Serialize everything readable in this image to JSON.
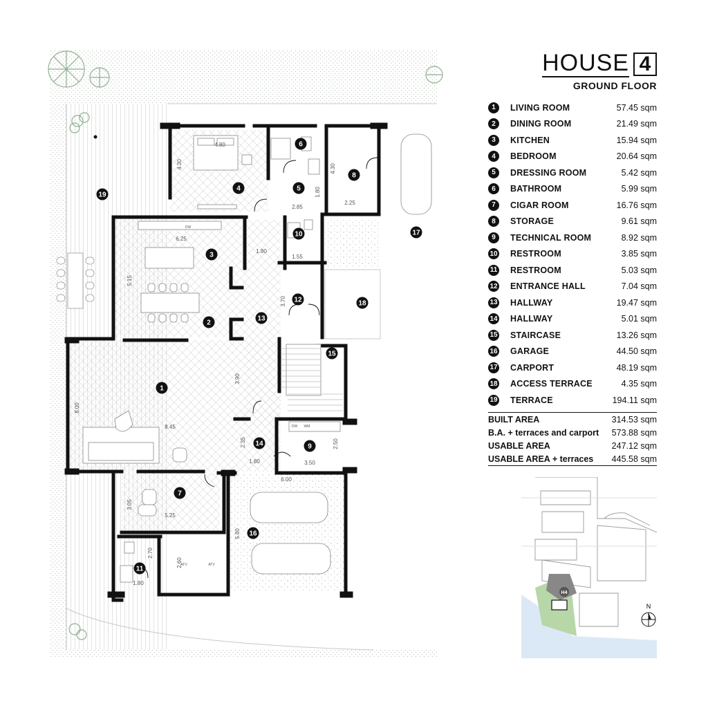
{
  "header": {
    "title": "HOUSE",
    "house_number": "4",
    "floor": "GROUND FLOOR"
  },
  "rooms": [
    {
      "num": "1",
      "name": "LIVING ROOM",
      "area": "57.45 sqm"
    },
    {
      "num": "2",
      "name": "DINING ROOM",
      "area": "21.49 sqm"
    },
    {
      "num": "3",
      "name": "KITCHEN",
      "area": "15.94 sqm"
    },
    {
      "num": "4",
      "name": "BEDROOM",
      "area": "20.64 sqm"
    },
    {
      "num": "5",
      "name": "DRESSING ROOM",
      "area": "5.42 sqm"
    },
    {
      "num": "6",
      "name": "BATHROOM",
      "area": "5.99 sqm"
    },
    {
      "num": "7",
      "name": "CIGAR ROOM",
      "area": "16.76 sqm"
    },
    {
      "num": "8",
      "name": "STORAGE",
      "area": "9.61 sqm"
    },
    {
      "num": "9",
      "name": "TECHNICAL ROOM",
      "area": "8.92 sqm"
    },
    {
      "num": "10",
      "name": "RESTROOM",
      "area": "3.85 sqm"
    },
    {
      "num": "11",
      "name": "RESTROOM",
      "area": "5.03 sqm"
    },
    {
      "num": "12",
      "name": "ENTRANCE HALL",
      "area": "7.04 sqm"
    },
    {
      "num": "13",
      "name": "HALLWAY",
      "area": "19.47 sqm"
    },
    {
      "num": "14",
      "name": "HALLWAY",
      "area": "5.01 sqm"
    },
    {
      "num": "15",
      "name": "STAIRCASE",
      "area": "13.26 sqm"
    },
    {
      "num": "16",
      "name": "GARAGE",
      "area": "44.50 sqm"
    },
    {
      "num": "17",
      "name": "CARPORT",
      "area": "48.19 sqm"
    },
    {
      "num": "18",
      "name": "ACCESS TERRACE",
      "area": "4.35 sqm"
    },
    {
      "num": "19",
      "name": "TERRACE",
      "area": "194.11 sqm"
    }
  ],
  "totals": [
    {
      "label": "BUILT AREA",
      "value": "314.53 sqm"
    },
    {
      "label": "B.A. + terraces and carport",
      "value": "573.88 sqm"
    },
    {
      "label": "USABLE AREA",
      "value": "247.12 sqm"
    },
    {
      "label": "USABLE AREA + terraces",
      "value": "445.58 sqm"
    }
  ],
  "plan_labels": {
    "dims": [
      "4.80",
      "4.30",
      "4.30",
      "1.80",
      "2.85",
      "2.25",
      "6.25",
      "5.15",
      "3.70",
      "1.80",
      "1.55",
      "3.90",
      "8.00",
      "8.45",
      "2.35",
      "1.80",
      "3.50",
      "2.50",
      "6.00",
      "5.80",
      "3.05",
      "5.25",
      "2.60",
      "2.70",
      "1.80"
    ],
    "appliances": [
      "DW",
      "DW",
      "WM",
      "ATV",
      "ATV"
    ]
  },
  "site_plan": {
    "house_marker": "H4",
    "north": "N"
  },
  "colors": {
    "ink": "#111111",
    "site_hatch": "#c9d2c9",
    "tree": "#8fb08f",
    "water": "#dbe9f6",
    "site_green": "#b7d7a8",
    "house_fill": "#888888"
  }
}
